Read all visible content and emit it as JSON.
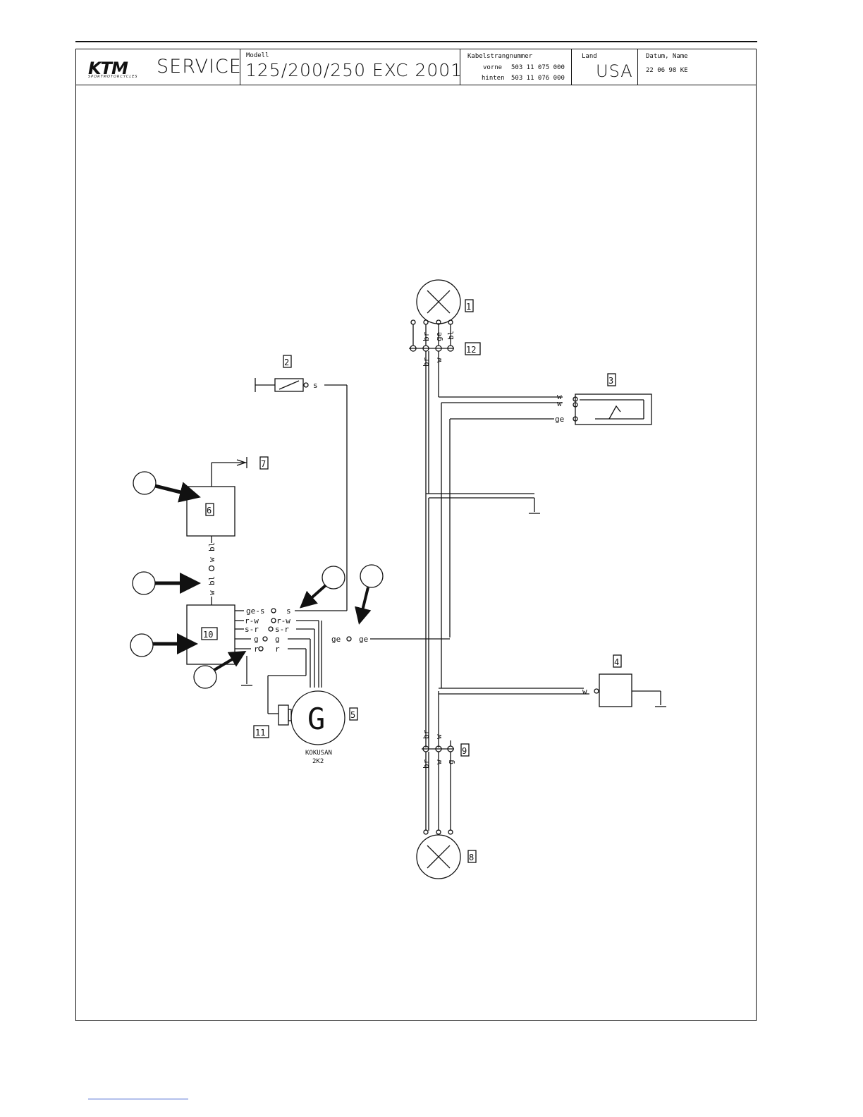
{
  "titleblock": {
    "brand": "KTM",
    "brand_sub": "SPORTMOTORCYCLES",
    "service": "SERVICE",
    "model_label": "Modell",
    "model": "125/200/250 EXC 2001",
    "cable_label": "Kabelstrangnummer",
    "front_label": "vorne",
    "front_number": "503 11 075 000",
    "rear_label": "hinten",
    "rear_number": "503 11 076 000",
    "country_label": "Land",
    "country": "USA",
    "date_label": "Datum, Name",
    "date": "22 06 98 KE"
  },
  "diagram": {
    "component_numbers": [
      "1",
      "2",
      "3",
      "4",
      "5",
      "6",
      "7",
      "8",
      "9",
      "10",
      "11",
      "12"
    ],
    "generator_symbol": "G",
    "generator_maker": "KOKUSAN",
    "generator_model": "2K2",
    "wire_codes": {
      "br": "br",
      "ge": "ge",
      "bl": "bl",
      "w": "w",
      "s": "s",
      "r": "r",
      "g": "g",
      "ge_s": "ge-s",
      "r_w": "r-w",
      "s_r": "s-r"
    }
  }
}
